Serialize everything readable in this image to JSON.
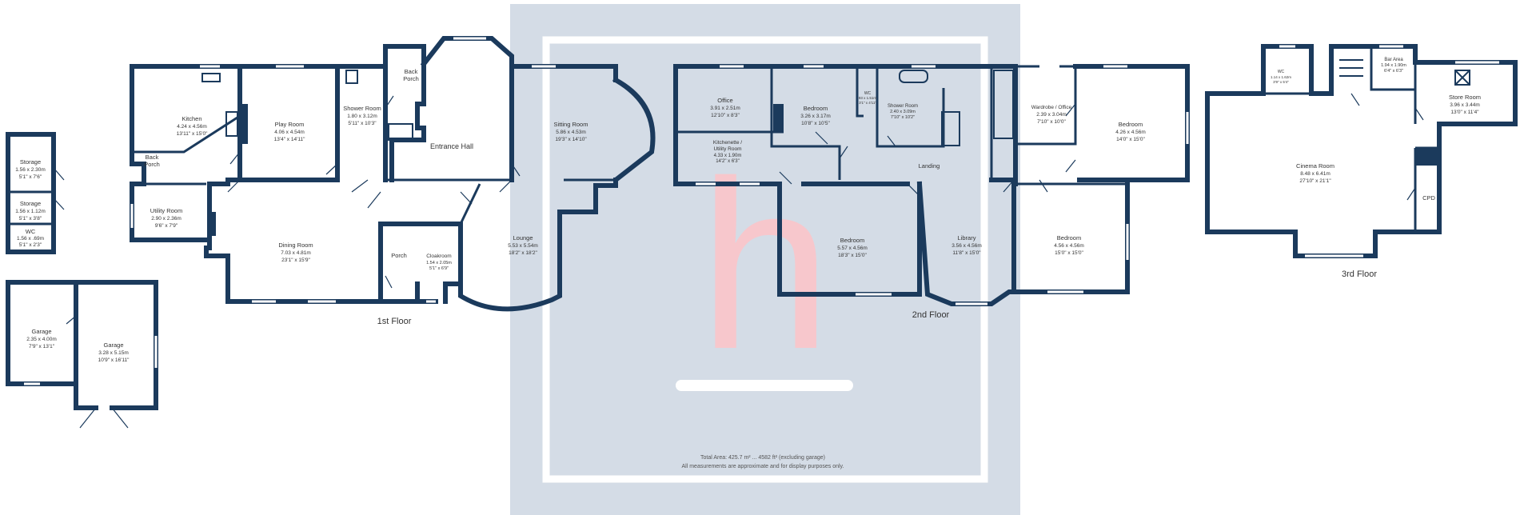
{
  "colors": {
    "walls": "#1b3a5c",
    "watermark_panel": "#d4dce6",
    "watermark_letter": "#f7c7cc"
  },
  "watermark": {
    "letter": "h"
  },
  "floors": {
    "first": "1st Floor",
    "second": "2nd Floor",
    "third": "3rd Floor"
  },
  "rooms": {
    "storage1": {
      "name": "Storage",
      "dim1": "1.56 x 2.30m",
      "dim2": "5'1\" x 7'6\""
    },
    "storage2": {
      "name": "Storage",
      "dim1": "1.56 x 1.12m",
      "dim2": "5'1\" x 3'8\""
    },
    "wc1": {
      "name": "WC",
      "dim1": "1.56 x .69m",
      "dim2": "5'1\" x 2'3\""
    },
    "garage1": {
      "name": "Garage",
      "dim1": "2.35 x 4.00m",
      "dim2": "7'9\" x 13'1\""
    },
    "garage2": {
      "name": "Garage",
      "dim1": "3.28 x 5.15m",
      "dim2": "10'9\" x 16'11\""
    },
    "kitchen": {
      "name": "Kitchen",
      "dim1": "4.24 x 4.56m",
      "dim2": "13'11\" x 15'0\""
    },
    "back_porch1": {
      "name": "Back Porch"
    },
    "utility": {
      "name": "Utility Room",
      "dim1": "2.90 x 2.36m",
      "dim2": "9'6\" x 7'9\""
    },
    "play": {
      "name": "Play Room",
      "dim1": "4.06 x 4.54m",
      "dim2": "13'4\" x 14'11\""
    },
    "shower1": {
      "name": "Shower Room",
      "dim1": "1.80 x 3.12m",
      "dim2": "5'11\" x 10'3\""
    },
    "back_porch2": {
      "name": "Back Porch"
    },
    "entrance": {
      "name": "Entrance Hall"
    },
    "dining": {
      "name": "Dining Room",
      "dim1": "7.03 x 4.81m",
      "dim2": "23'1\" x 15'9\""
    },
    "porch": {
      "name": "Porch"
    },
    "cloak": {
      "name": "Cloakroom",
      "dim1": "1.54 x 2.05m",
      "dim2": "5'1\" x 6'9\""
    },
    "sitting": {
      "name": "Sitting Room",
      "dim1": "5.86 x 4.53m",
      "dim2": "19'3\" x 14'10\""
    },
    "lounge": {
      "name": "Lounge",
      "dim1": "5.53 x 5.54m",
      "dim2": "18'2\" x 18'2\""
    },
    "office": {
      "name": "Office",
      "dim1": "3.91 x 2.51m",
      "dim2": "12'10\" x 8'3\""
    },
    "kitchenette": {
      "name": "Kitchenette / Utility Room",
      "dim1": "4.33 x 1.90m",
      "dim2": "14'2\" x 6'3\""
    },
    "bedroom_a": {
      "name": "Bedroom",
      "dim1": "3.26 x 3.17m",
      "dim2": "10'8\" x 10'5\""
    },
    "wc2": {
      "name": "WC",
      "dim1": "93 x 1.51m",
      "dim2": "3'1\" x 4'11\""
    },
    "shower2": {
      "name": "Shower Room",
      "dim1": "2.40 x 3.09m",
      "dim2": "7'10\" x 10'2\""
    },
    "landing": {
      "name": "Landing"
    },
    "wardrobe": {
      "name": "Wardrobe / Office",
      "dim1": "2.39 x 3.04m",
      "dim2": "7'10\" x 10'0\""
    },
    "bedroom_b": {
      "name": "Bedroom",
      "dim1": "4.26 x 4.56m",
      "dim2": "14'0\" x 15'0\""
    },
    "bedroom_c": {
      "name": "Bedroom",
      "dim1": "5.57 x 4.56m",
      "dim2": "18'3\" x 15'0\""
    },
    "library": {
      "name": "Library",
      "dim1": "3.56 x 4.56m",
      "dim2": "11'8\" x 15'0\""
    },
    "bedroom_d": {
      "name": "Bedroom",
      "dim1": "4.56 x 4.56m",
      "dim2": "15'0\" x 15'0\""
    },
    "wc3": {
      "name": "WC",
      "dim1": "1.14 x 1.62m",
      "dim2": "3'9\" x 5'4\""
    },
    "bar": {
      "name": "Bar Area",
      "dim1": "1.94 x 1.90m",
      "dim2": "6'4\" x 6'3\""
    },
    "store": {
      "name": "Store Room",
      "dim1": "3.96 x 3.44m",
      "dim2": "13'0\" x 11'4\""
    },
    "cinema": {
      "name": "Cinema Room",
      "dim1": "8.48 x 6.41m",
      "dim2": "27'10\" x 21'1\""
    },
    "cpd": {
      "name": "CPD"
    }
  },
  "notes": {
    "total_area": "Total Area: 425.7 m² ... 4582 ft² (excluding garage)",
    "disclaimer": "All measurements are approximate and for display purposes only."
  }
}
